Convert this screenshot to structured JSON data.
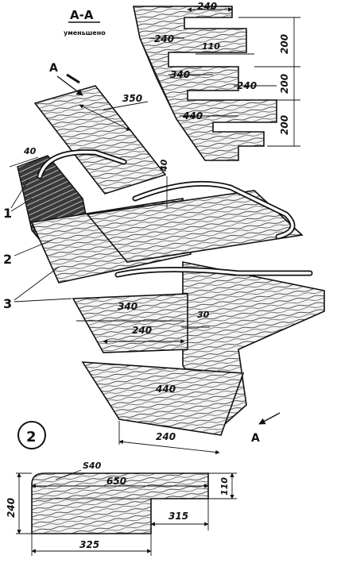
{
  "section": {
    "title": "А-А",
    "subtitle": "уменьшено",
    "widths": [
      "240",
      "240",
      "340",
      "240",
      "440"
    ],
    "gap": "110",
    "risers": [
      "200",
      "200",
      "200"
    ]
  },
  "main_view": {
    "section_marker": "А",
    "dims": {
      "top_length": "350",
      "side_width": "40",
      "vertical_40": "40",
      "step_depth": "340",
      "step_width": "240",
      "thickness": "30",
      "lower_depth": "440",
      "lower_width": "240"
    },
    "callouts": [
      "1",
      "2",
      "3"
    ]
  },
  "detail": {
    "number": "2",
    "radius": "S40",
    "length": "650",
    "height_right": "110",
    "height_left": "240",
    "notch": "315",
    "bottom": "325"
  }
}
